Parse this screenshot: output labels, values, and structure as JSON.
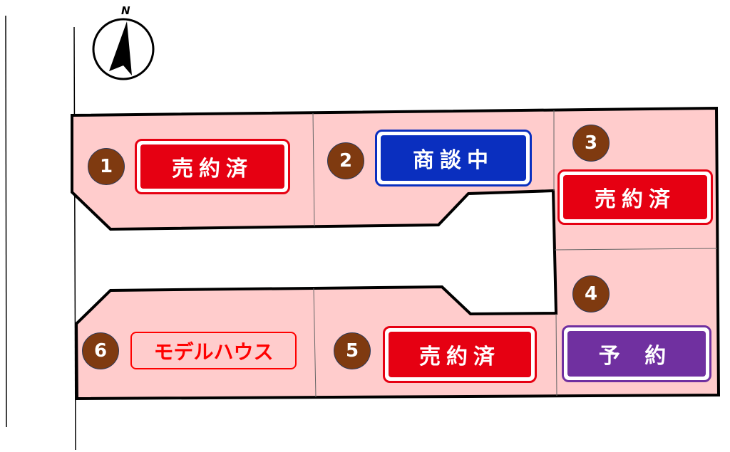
{
  "compass": {
    "label": "N"
  },
  "colors": {
    "lot_fill": "#ffcccc",
    "sold": "#e60012",
    "negotiating": "#0a2fbf",
    "reserved": "#7030a0",
    "lot_number": "#7f3a10"
  },
  "lots": [
    {
      "number": "1",
      "status": "売約済"
    },
    {
      "number": "2",
      "status": "商談中"
    },
    {
      "number": "3",
      "status": "売約済"
    },
    {
      "number": "4",
      "status": "予 約"
    },
    {
      "number": "5",
      "status": "売約済"
    },
    {
      "number": "6",
      "status": "モデルハウス"
    }
  ]
}
